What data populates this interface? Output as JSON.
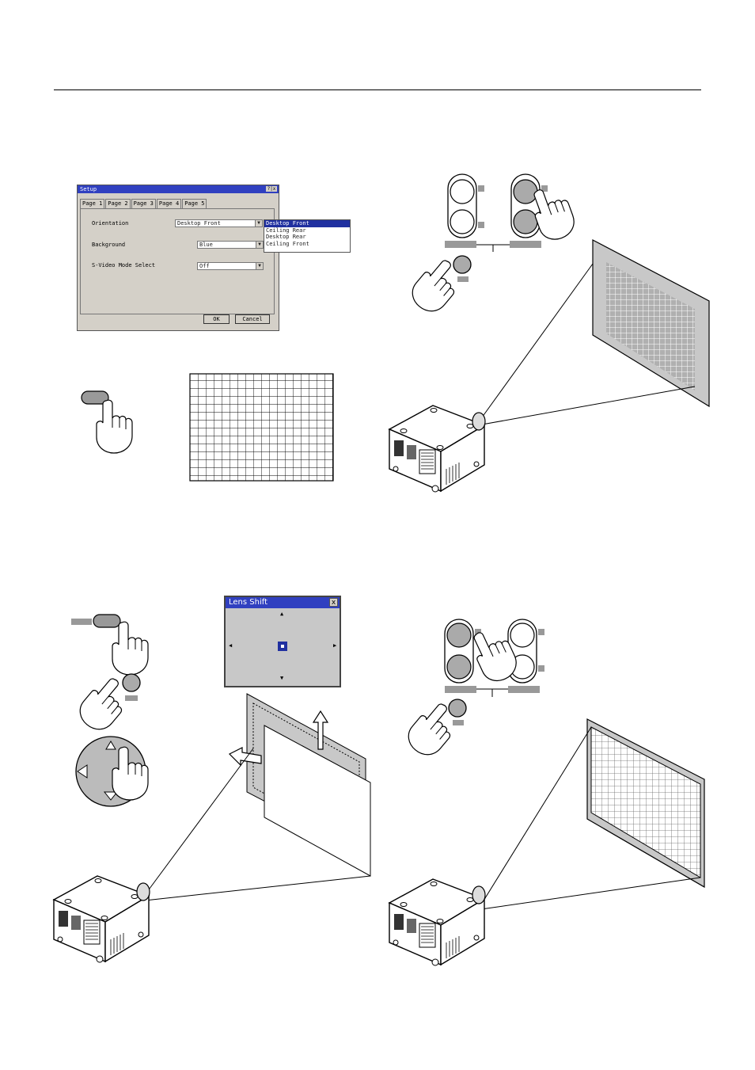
{
  "setup_dialog": {
    "title": "Setup",
    "title_controls": "?|x",
    "tabs": [
      "Page 1",
      "Page 2",
      "Page 3",
      "Page 4",
      "Page 5"
    ],
    "rows": [
      {
        "label": "Orientation",
        "value": "Desktop Front"
      },
      {
        "label": "Background",
        "value": "Blue"
      },
      {
        "label": "S-Video Mode Select",
        "value": "Off"
      }
    ],
    "dropdown_options": [
      "Desktop Front",
      "Ceiling Rear",
      "Desktop Rear",
      "Ceiling Front"
    ],
    "ok_label": "OK",
    "cancel_label": "Cancel"
  },
  "lens_dialog": {
    "title": "Lens Shift",
    "close": "x",
    "up": "▲",
    "down": "▼",
    "left": "◀",
    "right": "▶"
  }
}
